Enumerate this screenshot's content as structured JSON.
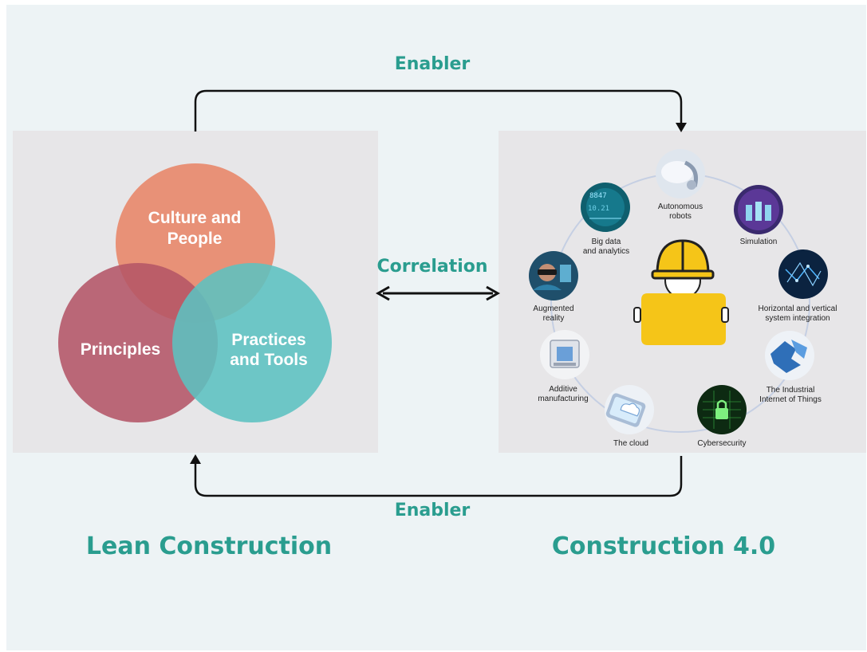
{
  "enabler_top": "Enabler",
  "enabler_bottom": "Enabler",
  "correlation": "Correlation",
  "lean_title": "Lean Construction",
  "c40_title": "Construction 4.0",
  "venn": {
    "culture_line1": "Culture and",
    "culture_line2": "People",
    "principles": "Principles",
    "practices_line1": "Practices",
    "practices_line2": "and Tools",
    "colors": {
      "culture": "#e88a6c",
      "principles": "#b55a68",
      "practices": "#5cc1c0"
    }
  },
  "technologies": {
    "autonomous_1": "Autonomous",
    "autonomous_2": "robots",
    "simulation": "Simulation",
    "horizontal_1": "Horizontal and vertical",
    "horizontal_2": "system integration",
    "iiot_1": "The Industrial",
    "iiot_2": "Internet of Things",
    "cybersecurity": "Cybersecurity",
    "cloud": "The cloud",
    "additive_1": "Additive",
    "additive_2": "manufacturing",
    "augmented_1": "Augmented",
    "augmented_2": "reality",
    "bigdata_1": "Big data",
    "bigdata_2": "and analytics"
  },
  "colors": {
    "teal": "#2a9d8f",
    "helmet": "#f5c518",
    "arrow": "#111111"
  }
}
